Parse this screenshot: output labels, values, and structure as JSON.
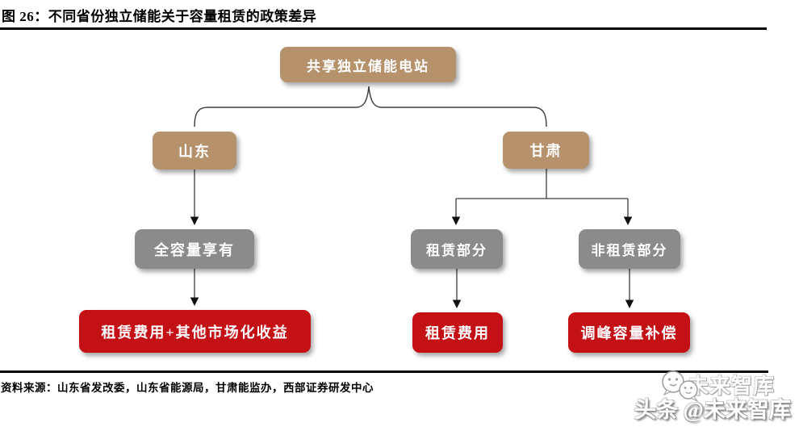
{
  "figure": {
    "title": "图 26：不同省份独立储能关于容量租赁的政策差异",
    "source": "资料来源：山东省发改委，山东省能源局，甘肃能监办，西部证券研发中心"
  },
  "colors": {
    "tan": "#b5916c",
    "gray": "#8b8b8b",
    "red": "#c41116",
    "line": "#3d3d3d"
  },
  "diagram": {
    "type": "flowchart",
    "root": {
      "label": "共享独立储能电站"
    },
    "branches": [
      {
        "province": {
          "label": "山东"
        },
        "children": [
          {
            "label": "全容量享有",
            "result": {
              "label": "租赁费用+其他市场化收益"
            }
          }
        ]
      },
      {
        "province": {
          "label": "甘肃"
        },
        "children": [
          {
            "label": "租赁部分",
            "result": {
              "label": "租赁费用"
            }
          },
          {
            "label": "非租赁部分",
            "result": {
              "label": "调峰容量补偿"
            }
          }
        ]
      }
    ]
  },
  "watermark": {
    "main": "头条 @未来智库",
    "ghost": "未来智库"
  }
}
